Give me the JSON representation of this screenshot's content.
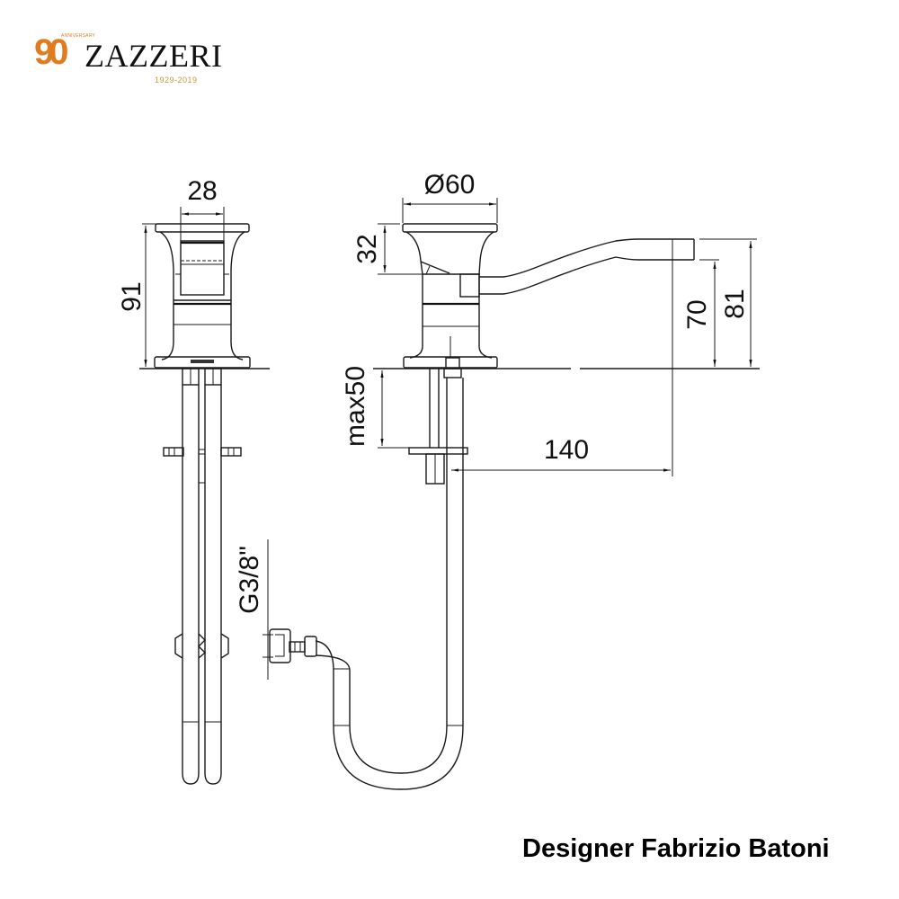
{
  "brand": {
    "anniversary_number": "90",
    "anniversary_label": "ANNIVERSARY",
    "name": "ZAZZERI",
    "years": "1929-2019",
    "colors": {
      "accent": "#e07b1f",
      "years": "#c9963f",
      "name": "#111111"
    }
  },
  "drawing": {
    "front_view": {
      "width_label": "28",
      "height_label": "91"
    },
    "side_view": {
      "diameter_label": "Ø60",
      "handle_height_label": "32",
      "spout_inner_height_label": "70",
      "spout_outer_height_label": "81",
      "deck_thickness_label": "max50",
      "spout_reach_label": "140",
      "connection_label": "G3/8\""
    }
  },
  "footer": {
    "designer": "Designer Fabrizio Batoni"
  }
}
